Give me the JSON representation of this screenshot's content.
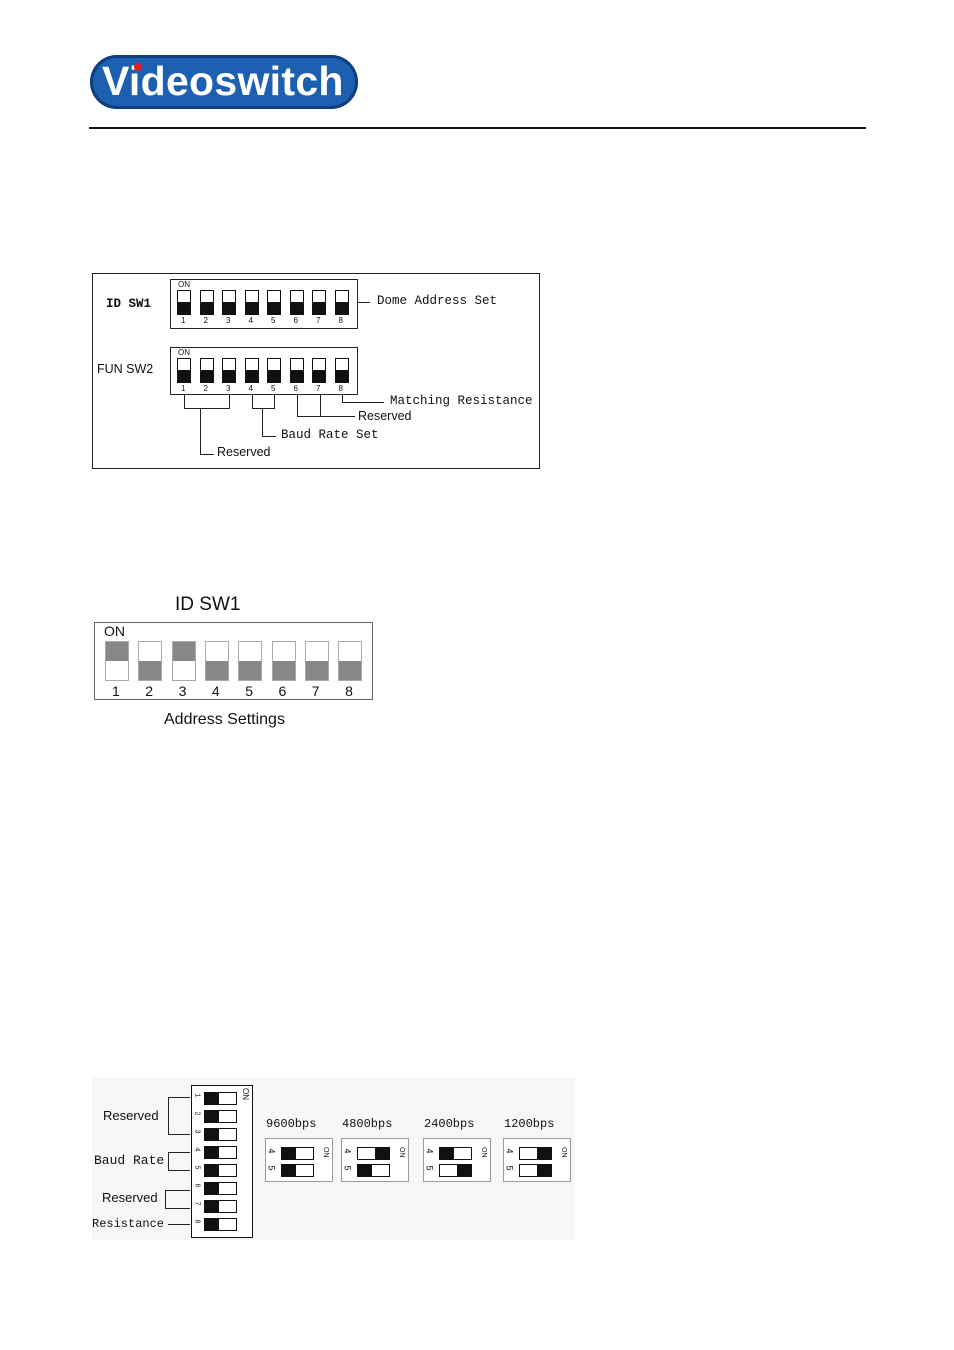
{
  "header": {
    "logo_text": "Videoswitch",
    "brand_color": "#1d5fb0",
    "accent_dot_color": "#e02020"
  },
  "figure1": {
    "id_sw1_label": "ID SW1",
    "fun_sw2_label": "FUN SW2",
    "on_label": "ON",
    "switch_numbers": [
      "1",
      "2",
      "3",
      "4",
      "5",
      "6",
      "7",
      "8"
    ],
    "dome_address_set": "Dome Address Set",
    "matching_resistance": "Matching Resistance",
    "reserved_upper": "Reserved",
    "baud_rate_set": "Baud Rate Set",
    "reserved_lower": "Reserved"
  },
  "figure2": {
    "title": "ID SW1",
    "on_label": "ON",
    "switch_numbers": [
      "1",
      "2",
      "3",
      "4",
      "5",
      "6",
      "7",
      "8"
    ],
    "switch_states_on": [
      true,
      false,
      true,
      false,
      false,
      false,
      false,
      false
    ],
    "caption": "Address Settings"
  },
  "figure3": {
    "reserved_top": "Reserved",
    "baud_rate": "Baud Rate",
    "reserved_bottom": "Reserved",
    "resistance": "Resistance",
    "switch_numbers": [
      "1",
      "2",
      "3",
      "4",
      "5",
      "6",
      "7",
      "8"
    ],
    "on_label": "ON",
    "baud_options": [
      {
        "label": "9600bps",
        "sw4_on": false,
        "sw5_on": false
      },
      {
        "label": "4800bps",
        "sw4_on": true,
        "sw5_on": false
      },
      {
        "label": "2400bps",
        "sw4_on": false,
        "sw5_on": true
      },
      {
        "label": "1200bps",
        "sw4_on": true,
        "sw5_on": true
      }
    ],
    "sw4_label": "4",
    "sw5_label": "5"
  }
}
